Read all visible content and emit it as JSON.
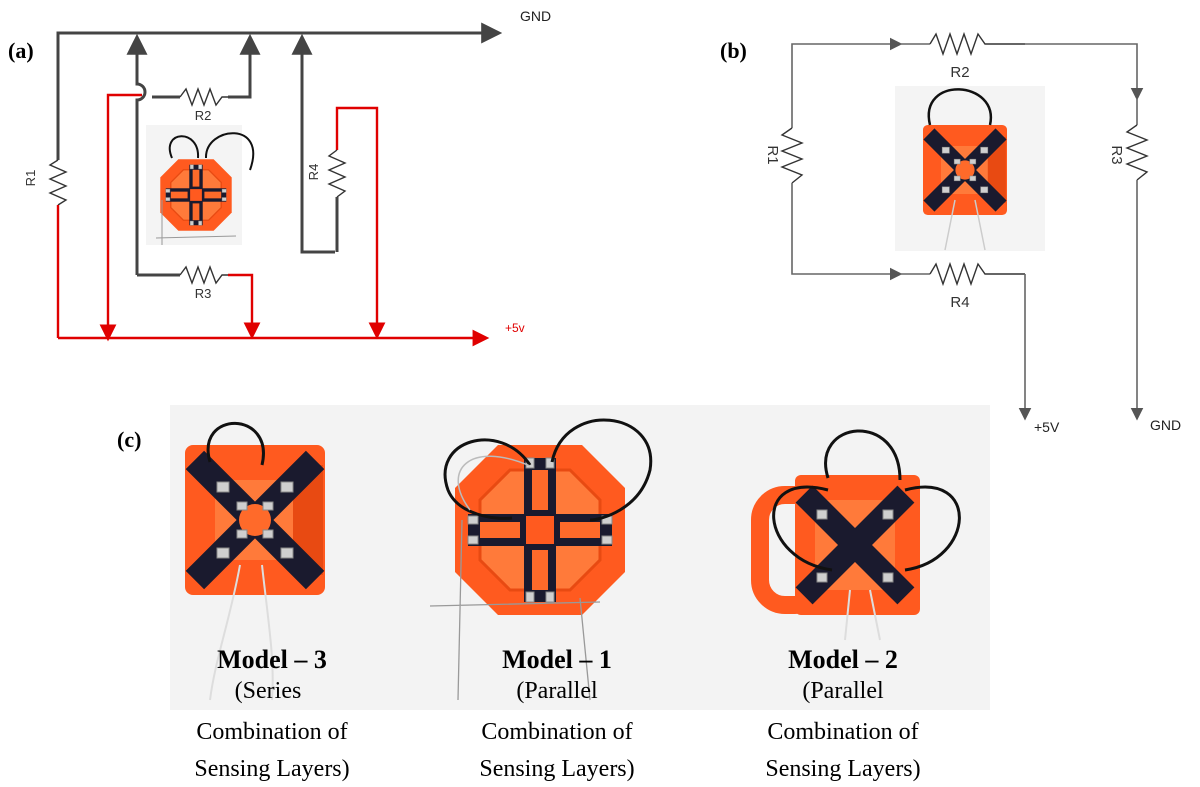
{
  "panels": {
    "a": "(a)",
    "b": "(b)",
    "c": "(c)"
  },
  "circuit_a": {
    "gnd": "GND",
    "supply": "+5v",
    "resistors": [
      "R1",
      "R2",
      "R3",
      "R4"
    ]
  },
  "circuit_b": {
    "gnd": "GND",
    "supply": "+5V",
    "resistors": [
      "R1",
      "R2",
      "R3",
      "R4"
    ]
  },
  "models": [
    {
      "title": "Model – 3",
      "line1": "(Series",
      "line2": "Combination of",
      "line3": "Sensing Layers)"
    },
    {
      "title": "Model – 1",
      "line1": "(Parallel",
      "line2": "Combination of",
      "line3": "Sensing Layers)"
    },
    {
      "title": "Model – 2",
      "line1": "(Parallel",
      "line2": "Combination of",
      "line3": "Sensing Layers)"
    }
  ],
  "colors": {
    "ground_wire": "#444444",
    "supply_wire": "#e00000",
    "sensor_body": "#ff5a1f",
    "sensing_layer": "#1a1a2e"
  }
}
